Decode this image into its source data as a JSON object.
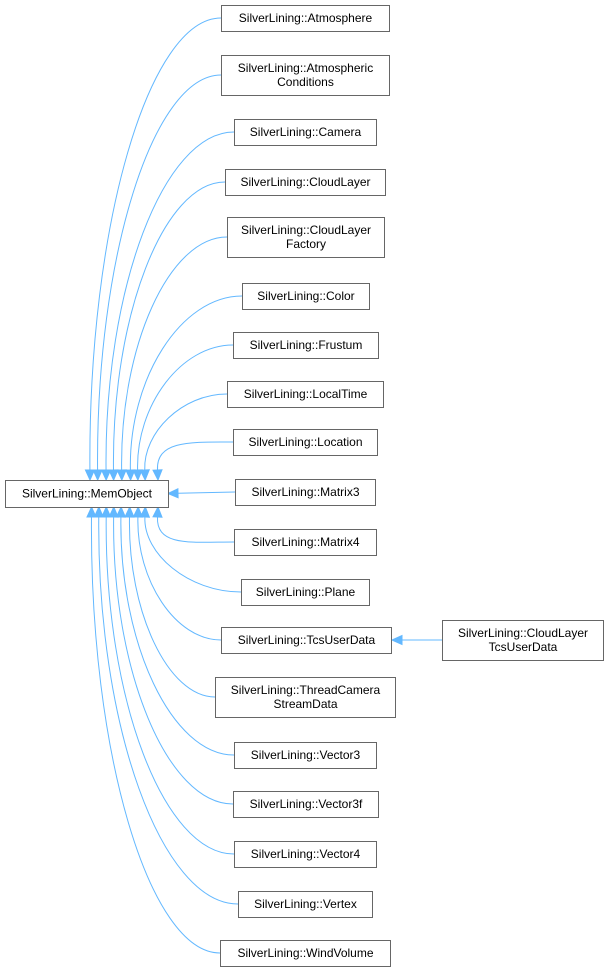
{
  "diagram": {
    "base_class": "SilverLining::MemObject",
    "derived_classes": [
      [
        "SilverLining::Atmosphere"
      ],
      [
        "SilverLining::Atmospheric",
        "Conditions"
      ],
      [
        "SilverLining::Camera"
      ],
      [
        "SilverLining::CloudLayer"
      ],
      [
        "SilverLining::CloudLayer",
        "Factory"
      ],
      [
        "SilverLining::Color"
      ],
      [
        "SilverLining::Frustum"
      ],
      [
        "SilverLining::LocalTime"
      ],
      [
        "SilverLining::Location"
      ],
      [
        "SilverLining::Matrix3"
      ],
      [
        "SilverLining::Matrix4"
      ],
      [
        "SilverLining::Plane"
      ],
      [
        "SilverLining::TcsUserData"
      ],
      [
        "SilverLining::ThreadCamera",
        "StreamData"
      ],
      [
        "SilverLining::Vector3"
      ],
      [
        "SilverLining::Vector3f"
      ],
      [
        "SilverLining::Vector4"
      ],
      [
        "SilverLining::Vertex"
      ],
      [
        "SilverLining::WindVolume"
      ]
    ],
    "second_level": {
      "parent": "SilverLining::TcsUserData",
      "child": [
        "SilverLining::CloudLayer",
        "TcsUserData"
      ]
    },
    "colors": {
      "edge": "#63b8ff",
      "box_border": "#666666",
      "box_fill": "#ffffff",
      "text": "#000000"
    }
  }
}
